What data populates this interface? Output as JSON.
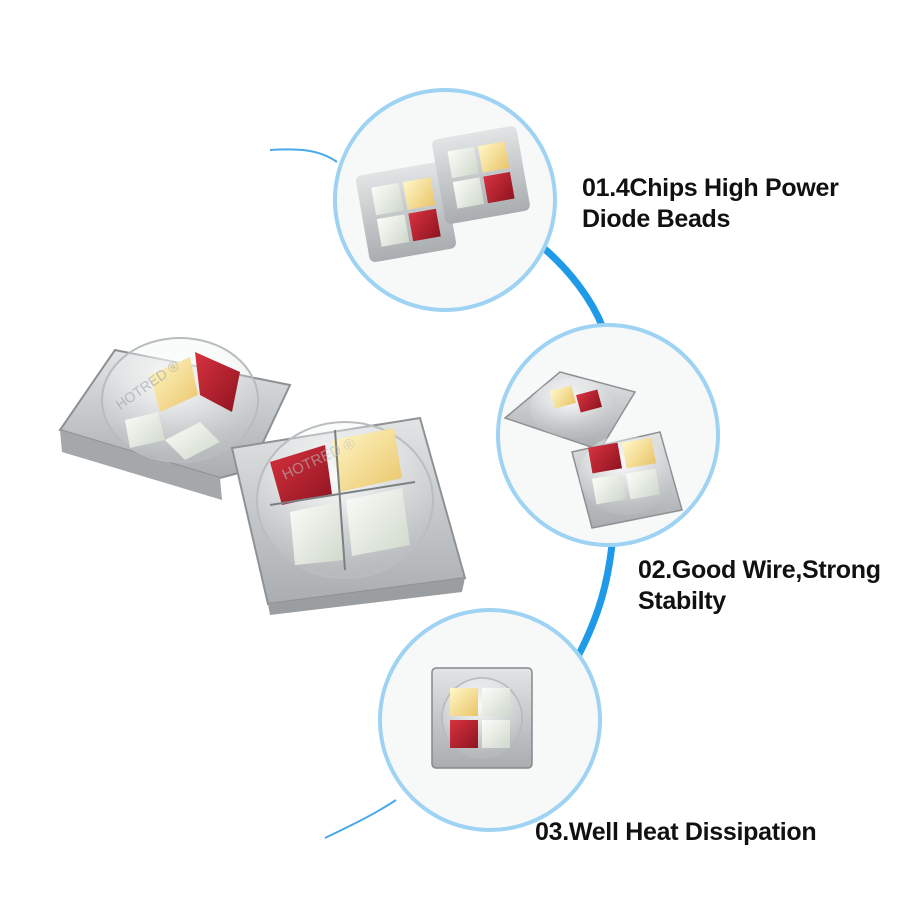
{
  "features": [
    {
      "number": "01.",
      "line1": "01.4Chips High Power",
      "line2": "Diode Beads"
    },
    {
      "number": "02.",
      "line1": "02.Good Wire,Strong",
      "line2": "Stabilty"
    },
    {
      "number": "03.",
      "line1": "03.Well Heat Dissipation",
      "line2": ""
    }
  ],
  "watermark": "HOTRED",
  "colors": {
    "accent_arc": "#1e9ae8",
    "circle_border": "#9fd3f3",
    "chip_red": "#b81e2b",
    "chip_yellow": "#f4e39a",
    "chip_white": "#e9efe7",
    "substrate": "#c9ccce"
  },
  "icons": [
    "led-chip-large-icon",
    "led-chip-large-front-icon",
    "led-chip-pair-icon",
    "led-chip-top-icon"
  ]
}
